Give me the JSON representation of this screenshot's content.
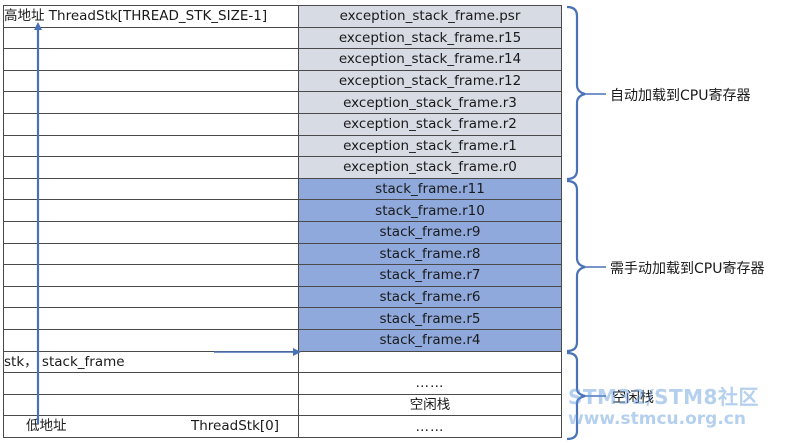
{
  "high_address_label": "高地址 ThreadStk[THREAD_STK_SIZE-1]",
  "low_address_label": "低地址",
  "low_address_element": "ThreadStk[0]",
  "stk_pointer_label": "stk， stack_frame",
  "auto_loaded_registers": [
    "exception_stack_frame.psr",
    "exception_stack_frame.r15",
    "exception_stack_frame.r14",
    "exception_stack_frame.r12",
    "exception_stack_frame.r3",
    "exception_stack_frame.r2",
    "exception_stack_frame.r1",
    "exception_stack_frame.r0"
  ],
  "manual_loaded_registers": [
    "stack_frame.r11",
    "stack_frame.r10",
    "stack_frame.r9",
    "stack_frame.r8",
    "stack_frame.r7",
    "stack_frame.r6",
    "stack_frame.r5",
    "stack_frame.r4"
  ],
  "free_area_cells": [
    "",
    "……",
    "空闲栈",
    "……"
  ],
  "braces": {
    "auto": "自动加载到CPU寄存器",
    "manual": "需手动加载到CPU寄存器",
    "free": "空闲栈"
  },
  "watermark": {
    "line1": "STM32/STM8社区",
    "line2": "www.stmcu.org.cn"
  },
  "colors": {
    "auto_fill": "#d6dbe4",
    "manual_fill": "#8fa9dc",
    "arrow": "#4a72b8",
    "brace": "#4a72b8"
  }
}
